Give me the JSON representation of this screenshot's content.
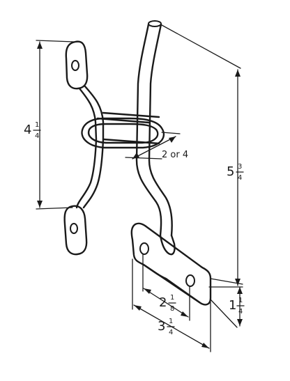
{
  "dimensions": {
    "overall_height": {
      "whole": "5",
      "num": "3",
      "den": "4"
    },
    "left_height": {
      "whole": "4",
      "num": "1",
      "den": "4"
    },
    "gap": {
      "text": "2 or 4"
    },
    "hole_spacing": {
      "whole": "2",
      "num": "1",
      "den": "8"
    },
    "plate_length": {
      "whole": "3",
      "num": "1",
      "den": "4"
    },
    "plate_width": {
      "whole": "1",
      "num": "1",
      "den": "4"
    }
  },
  "colors": {
    "ink": "#1a1a1a",
    "paper": "#ffffff"
  }
}
